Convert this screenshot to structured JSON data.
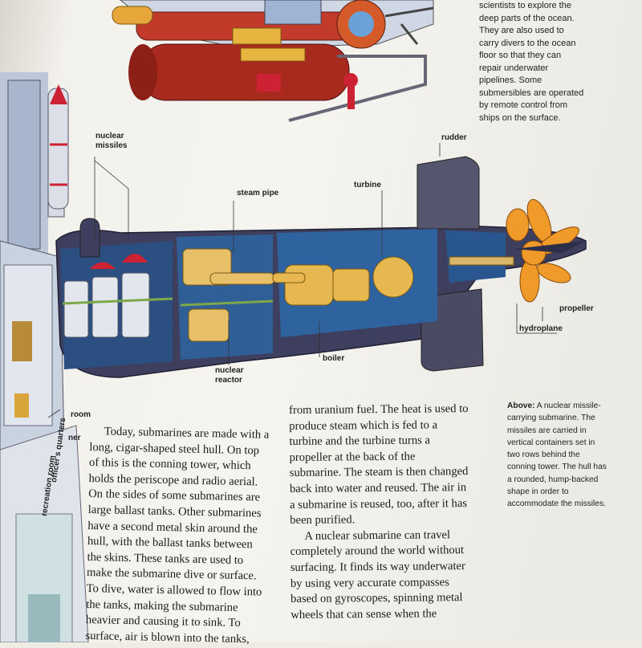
{
  "side_caption": {
    "lines": [
      "scientists to explore the",
      "deep parts of the ocean.",
      "They are also used to",
      "carry divers to the ocean",
      "floor so that they can",
      "repair underwater",
      "pipelines. Some",
      "submersibles are operated",
      "by remote control from",
      "ships on the surface."
    ]
  },
  "diagram": {
    "labels": {
      "nuclear_missiles_1": "nuclear",
      "nuclear_missiles_2": "missiles",
      "rudder": "rudder",
      "steam_pipe": "steam pipe",
      "turbine": "turbine",
      "propeller": "propeller",
      "hydroplane": "hydroplane",
      "nuclear_reactor_1": "nuclear",
      "nuclear_reactor_2": "reactor",
      "boiler": "boiler"
    },
    "left_labels": {
      "room": "room",
      "officers_1": "officer's",
      "officers_2": "quarters",
      "recreation": "recreation room",
      "ner": "ner"
    }
  },
  "caption": {
    "bold": "Above:",
    "lines": [
      " A nuclear missile-",
      "carrying submarine. The",
      "missiles are carried in",
      "vertical containers set in",
      "two rows behind the",
      "conning tower. The hull has",
      "a rounded, hump-backed",
      "shape in order to",
      "accommodate the missiles."
    ]
  },
  "column1": {
    "lines": [
      "Today, submarines are made with a",
      "long, cigar-shaped steel hull. On top",
      "of this is the conning tower, which",
      "holds the periscope and radio aerial.",
      "On the sides of some submarines are",
      "large ballast tanks. Other submarines",
      "have a second metal skin around the",
      "hull, with the ballast tanks between",
      "the skins. These tanks are used to",
      "make the submarine dive or surface.",
      "To dive, water is allowed to flow into",
      "the tanks, making the submarine",
      "heavier and causing it to sink. To",
      "surface, air is blown into the tanks,"
    ]
  },
  "column2": {
    "lines": [
      "from uranium fuel. The heat is used to",
      "produce steam which is fed to a",
      "turbine and the turbine turns a",
      "propeller at the back of the",
      "submarine. The steam is then changed",
      "back into water and reused. The air in",
      "a submarine is reused, too, after it has",
      "been purified.",
      "A nuclear submarine can travel",
      "completely around the world without",
      "surfacing. It finds its way underwater",
      "by using very accurate compasses",
      "based on gyroscopes, spinning metal",
      "wheels that can sense when the"
    ]
  }
}
